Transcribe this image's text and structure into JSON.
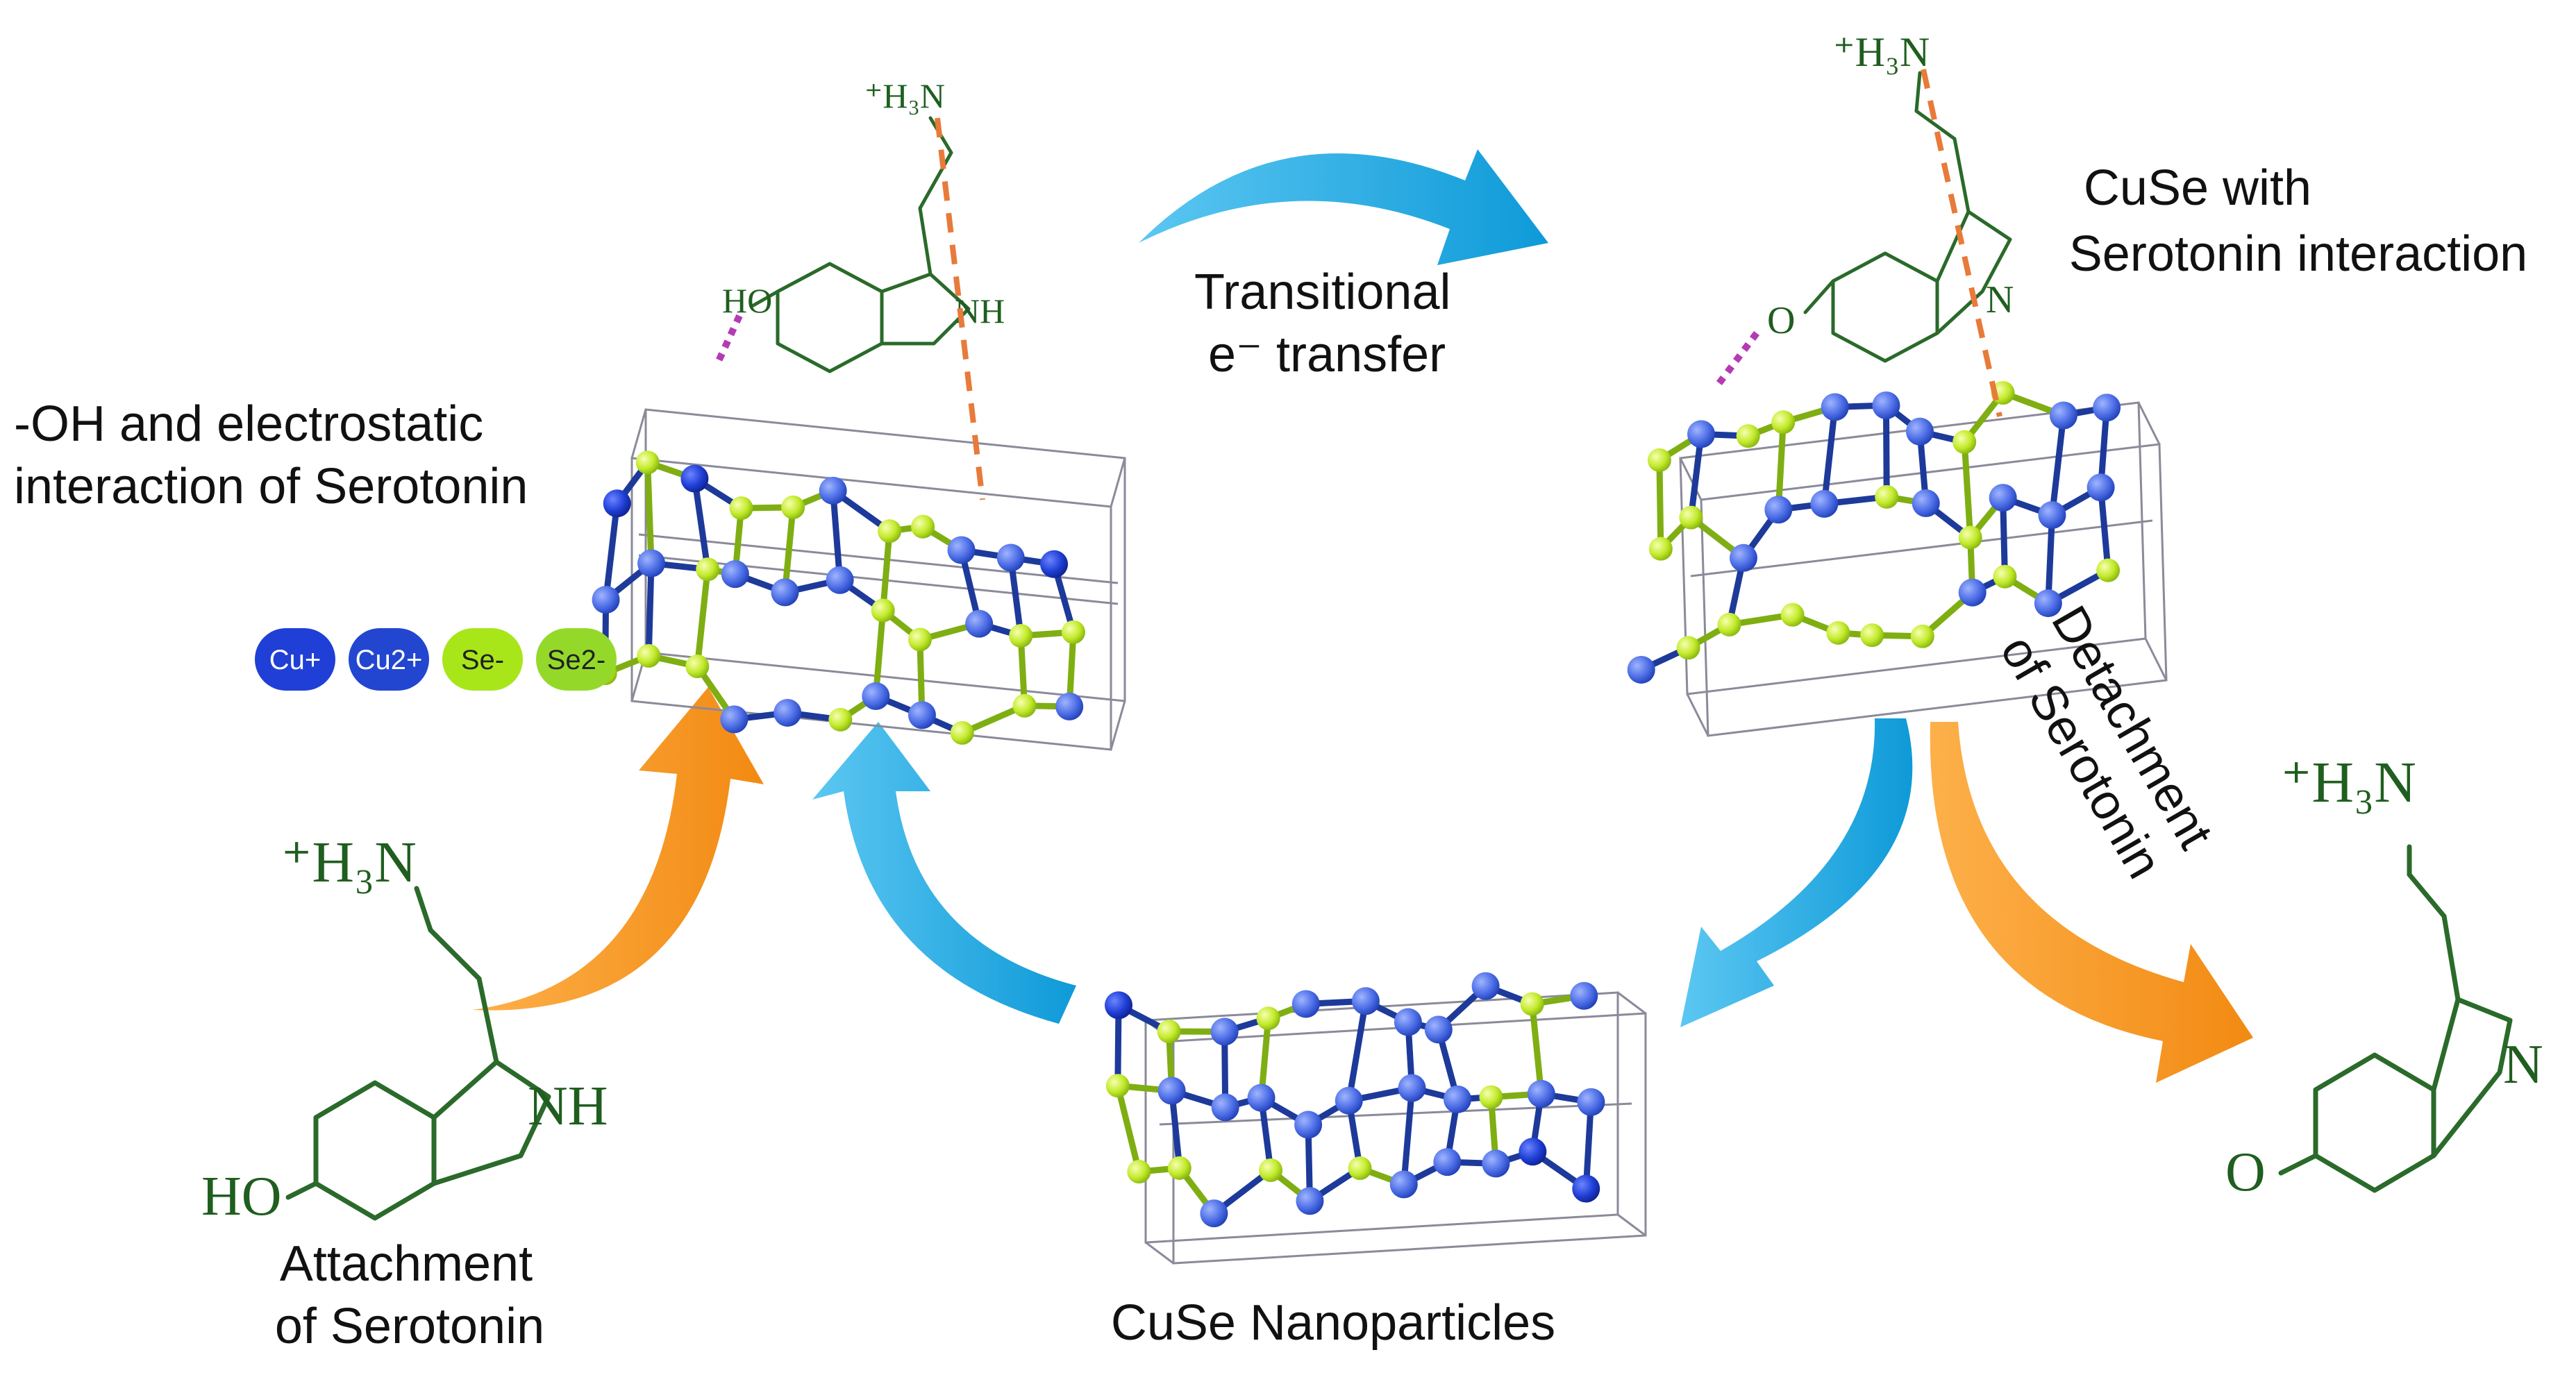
{
  "labels": {
    "oh_interaction_line1": "-OH and electrostatic",
    "oh_interaction_line2": "interaction of Serotonin",
    "transitional_line1": "Transitional",
    "transitional_line2": "e⁻ transfer",
    "cuse_with_line1": "CuSe with",
    "cuse_with_line2": "Serotonin interaction",
    "detachment_line1": "Detachment",
    "detachment_line2": "of Serotonin",
    "attachment_line1": "Attachment",
    "attachment_line2": "of Serotonin",
    "nanoparticles": "CuSe Nanoparticles"
  },
  "legend": [
    {
      "label": "Cu+",
      "color": "#1f3fd6",
      "text_color": "#ffffff"
    },
    {
      "label": "Cu2+",
      "color": "#2346d0",
      "text_color": "#ffffff"
    },
    {
      "label": "Se-",
      "color": "#a8e61a",
      "text_color": "#222222"
    },
    {
      "label": "Se2-",
      "color": "#94d92a",
      "text_color": "#222222"
    }
  ],
  "molecule_labels": {
    "ammonium": "⁺H₃N",
    "hydroxyl": "HO",
    "amine_nh": "NH",
    "imine_n": "N",
    "ketone_o": "O"
  },
  "colors": {
    "blue_arrow": "#1aa6e0",
    "orange_arrow": "#f7941d",
    "molecule": "#2a6a2a",
    "cu_atom": "#4f6fe0",
    "cu_atom_dark": "#1f3fd6",
    "se_atom": "#b6e32a",
    "hbond": "#b43bb4",
    "electrostatic": "#e87a3a"
  }
}
